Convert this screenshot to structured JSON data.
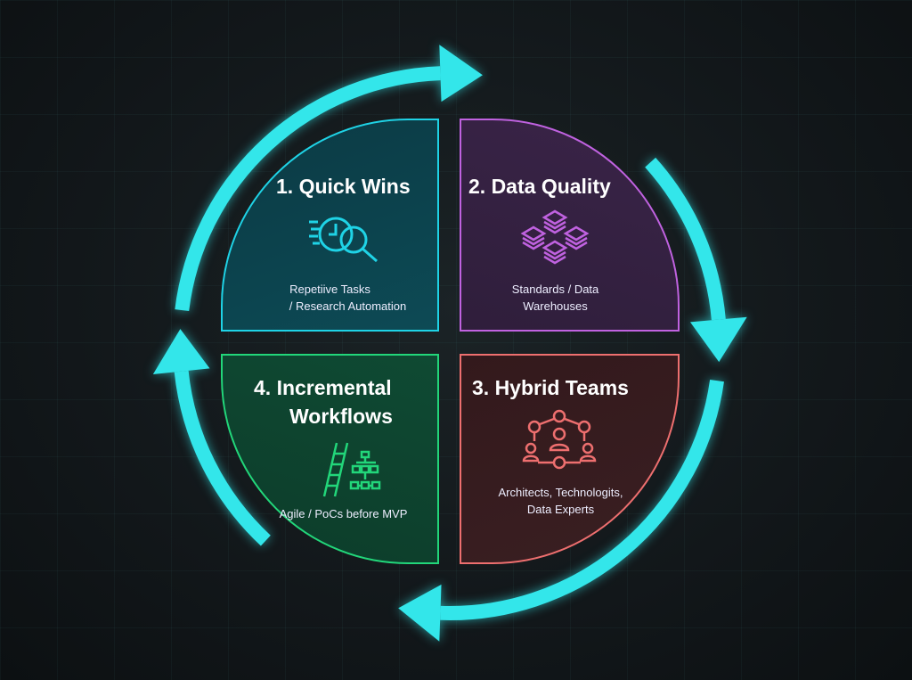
{
  "colors": {
    "ring": "#33e6ea",
    "quick_wins": "#1fd3e6",
    "data_quality": "#c062e0",
    "hybrid_teams": "#ee6f6f",
    "incremental": "#22d67a"
  },
  "quadrants": [
    {
      "title": "1. Quick Wins",
      "desc_line1": "Repetiive Tasks",
      "desc_line2": "/ Research Automation",
      "icon": "clock-magnifier-icon"
    },
    {
      "title": "2. Data Quality",
      "desc_line1": "Standards / Data",
      "desc_line2": "Warehouses",
      "icon": "stacked-layers-icon"
    },
    {
      "title": "3. Hybrid Teams",
      "desc_line1": "Architects, Technologits,",
      "desc_line2": "Data Experts",
      "icon": "people-network-icon"
    },
    {
      "title_line1": "4. Incremental",
      "title_line2": "Workflows",
      "desc_line1": "Agile / PoCs before MVP",
      "icon": "ladder-flowchart-icon"
    }
  ]
}
